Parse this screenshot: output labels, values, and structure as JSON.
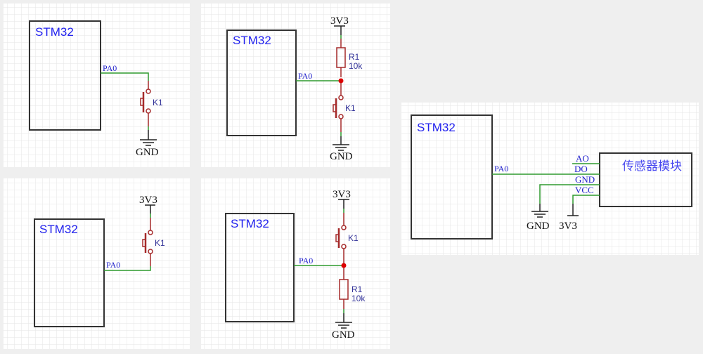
{
  "colors": {
    "wire": "#2e9a2e",
    "component": "#a52a2a",
    "junction": "#dd0000",
    "chip_border": "#333333",
    "label_blue": "#2222ee"
  },
  "panels": [
    {
      "chip": "STM32",
      "pin": "PA0",
      "switch": "K1",
      "ground": "GND"
    },
    {
      "chip": "STM32",
      "pin": "PA0",
      "supply": "3V3",
      "resistor": "R1",
      "resistor_value": "10k",
      "switch": "K1",
      "ground": "GND"
    },
    {
      "chip": "STM32",
      "pin": "PA0",
      "supply": "3V3",
      "switch": "K1"
    },
    {
      "chip": "STM32",
      "pin": "PA0",
      "supply": "3V3",
      "switch": "K1",
      "resistor": "R1",
      "resistor_value": "10k",
      "ground": "GND"
    },
    {
      "chip": "STM32",
      "pin": "PA0",
      "module": "传感器模块",
      "module_pins": [
        "AO",
        "DO",
        "GND",
        "VCC"
      ],
      "ground": "GND",
      "supply": "3V3"
    }
  ]
}
